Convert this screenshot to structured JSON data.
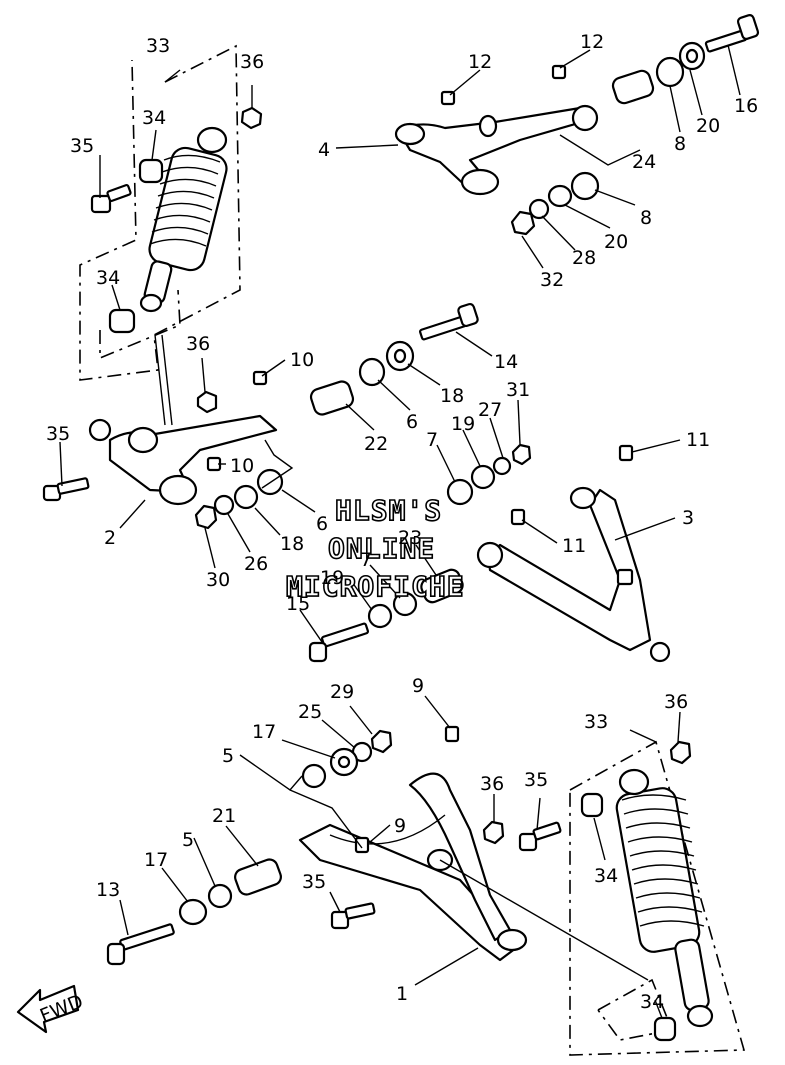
{
  "watermark": {
    "line1": "HLSM'S",
    "line2": "ONLINE",
    "line3": "MICROFICHE"
  },
  "fwd_label": "FWD",
  "callouts": [
    {
      "id": "c33a",
      "text": "33"
    },
    {
      "id": "c36a",
      "text": "36"
    },
    {
      "id": "c34a",
      "text": "34"
    },
    {
      "id": "c35a",
      "text": "35"
    },
    {
      "id": "c34b",
      "text": "34"
    },
    {
      "id": "c12a",
      "text": "12"
    },
    {
      "id": "c12b",
      "text": "12"
    },
    {
      "id": "c4",
      "text": "4"
    },
    {
      "id": "c16",
      "text": "16"
    },
    {
      "id": "c20a",
      "text": "20"
    },
    {
      "id": "c8a",
      "text": "8"
    },
    {
      "id": "c24",
      "text": "24"
    },
    {
      "id": "c8b",
      "text": "8"
    },
    {
      "id": "c20b",
      "text": "20"
    },
    {
      "id": "c28",
      "text": "28"
    },
    {
      "id": "c32",
      "text": "32"
    },
    {
      "id": "c36b",
      "text": "36"
    },
    {
      "id": "c10a",
      "text": "10"
    },
    {
      "id": "c14",
      "text": "14"
    },
    {
      "id": "c18a",
      "text": "18"
    },
    {
      "id": "c31",
      "text": "31"
    },
    {
      "id": "c27",
      "text": "27"
    },
    {
      "id": "c19a",
      "text": "19"
    },
    {
      "id": "c7a",
      "text": "7"
    },
    {
      "id": "c6a",
      "text": "6"
    },
    {
      "id": "c22",
      "text": "22"
    },
    {
      "id": "c35b",
      "text": "35"
    },
    {
      "id": "c10b",
      "text": "10"
    },
    {
      "id": "c11a",
      "text": "11"
    },
    {
      "id": "c3",
      "text": "3"
    },
    {
      "id": "c2",
      "text": "2"
    },
    {
      "id": "c6b",
      "text": "6"
    },
    {
      "id": "c18b",
      "text": "18"
    },
    {
      "id": "c26",
      "text": "26"
    },
    {
      "id": "c30",
      "text": "30"
    },
    {
      "id": "c23",
      "text": "23"
    },
    {
      "id": "c11b",
      "text": "11"
    },
    {
      "id": "c7b",
      "text": "7"
    },
    {
      "id": "c19b",
      "text": "19"
    },
    {
      "id": "c15",
      "text": "15"
    },
    {
      "id": "c9a",
      "text": "9"
    },
    {
      "id": "c29",
      "text": "29"
    },
    {
      "id": "c25",
      "text": "25"
    },
    {
      "id": "c17a",
      "text": "17"
    },
    {
      "id": "c5a",
      "text": "5"
    },
    {
      "id": "c33b",
      "text": "33"
    },
    {
      "id": "c36c",
      "text": "36"
    },
    {
      "id": "c36d",
      "text": "36"
    },
    {
      "id": "c35c",
      "text": "35"
    },
    {
      "id": "c9b",
      "text": "9"
    },
    {
      "id": "c21",
      "text": "21"
    },
    {
      "id": "c5b",
      "text": "5"
    },
    {
      "id": "c17b",
      "text": "17"
    },
    {
      "id": "c13",
      "text": "13"
    },
    {
      "id": "c35d",
      "text": "35"
    },
    {
      "id": "c34c",
      "text": "34"
    },
    {
      "id": "c1",
      "text": "1"
    },
    {
      "id": "c34d",
      "text": "34"
    }
  ]
}
